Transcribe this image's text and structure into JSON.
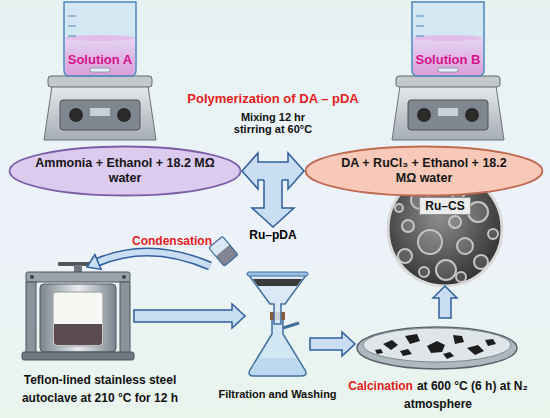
{
  "diagram": {
    "title": "Polymerization of DA – pDA",
    "nodes": [
      {
        "text": [
          "Solution A"
        ]
      },
      {
        "text": [
          "Solution B"
        ]
      },
      {
        "text": [
          "Ammonia + Ethanol + 18.2 MΩ water"
        ]
      },
      {
        "text": [
          "DA + RuCl₃ + Ethanol + 18.2 MΩ water"
        ]
      },
      {
        "text": [
          "Ru–CS"
        ]
      },
      {
        "text": [
          "Teflon-lined stainless steel autoclave at 210 °C for 12 h"
        ]
      },
      {
        "text": [
          "Filtration and Washing"
        ]
      },
      {
        "text": [
          "Calcination",
          "at 600 °C (6 h) at N₂ atmosphere"
        ]
      }
    ],
    "edges": [
      {
        "from": 2,
        "to": 3,
        "arrow": "both",
        "label": "Mixing 12 hr stirring at 60°C"
      },
      {
        "from": 5,
        "to": 6,
        "arrow": "to"
      },
      {
        "from": 6,
        "to": 7,
        "arrow": "to"
      },
      {
        "from": 7,
        "to": 4,
        "arrow": "to"
      }
    ],
    "labels": [
      "Ru–pDA",
      "Condensation"
    ]
  }
}
